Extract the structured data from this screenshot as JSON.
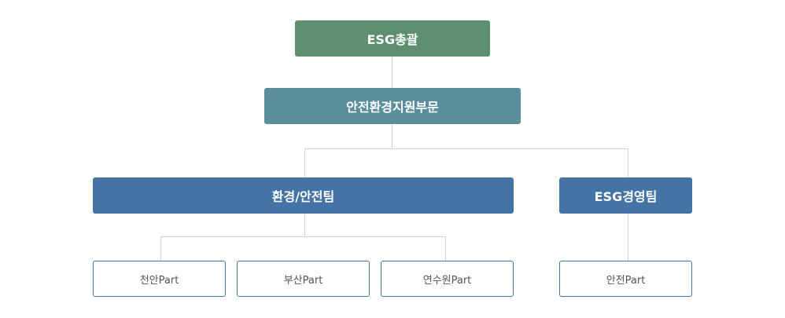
{
  "org": {
    "top": "ESG총괄",
    "division": "안전환경지원부문",
    "team_env_safety": "환경/안전팀",
    "team_esg": "ESG경영팀",
    "parts_env_safety": [
      "천안Part",
      "부산Part",
      "연수원Part"
    ],
    "parts_esg": [
      "안전Part"
    ]
  },
  "colors": {
    "top": "#5e8f6f",
    "division": "#5a8e9d",
    "team": "#4474a5",
    "part_border": "#4474a5",
    "connector": "#d3d3d3"
  }
}
